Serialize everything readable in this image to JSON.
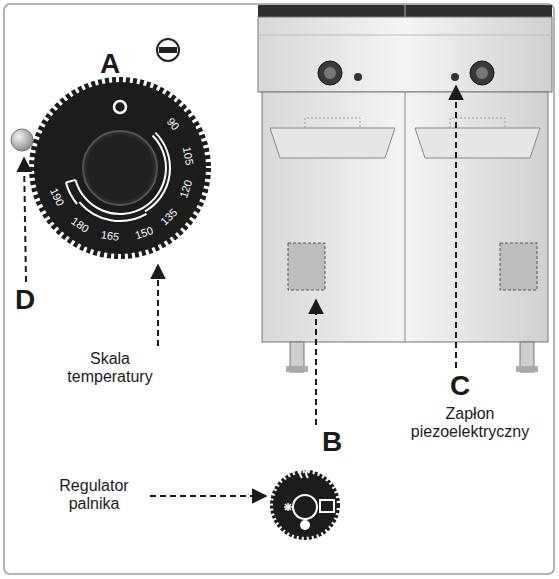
{
  "diagram": {
    "labels": [
      "A",
      "Skala temperatury",
      "D",
      "B",
      "Regulator palnika",
      "C",
      "Zapłon piezoelektryczny",
      "90",
      "105",
      "120",
      "135",
      "150",
      "165",
      "180",
      "190"
    ]
  }
}
